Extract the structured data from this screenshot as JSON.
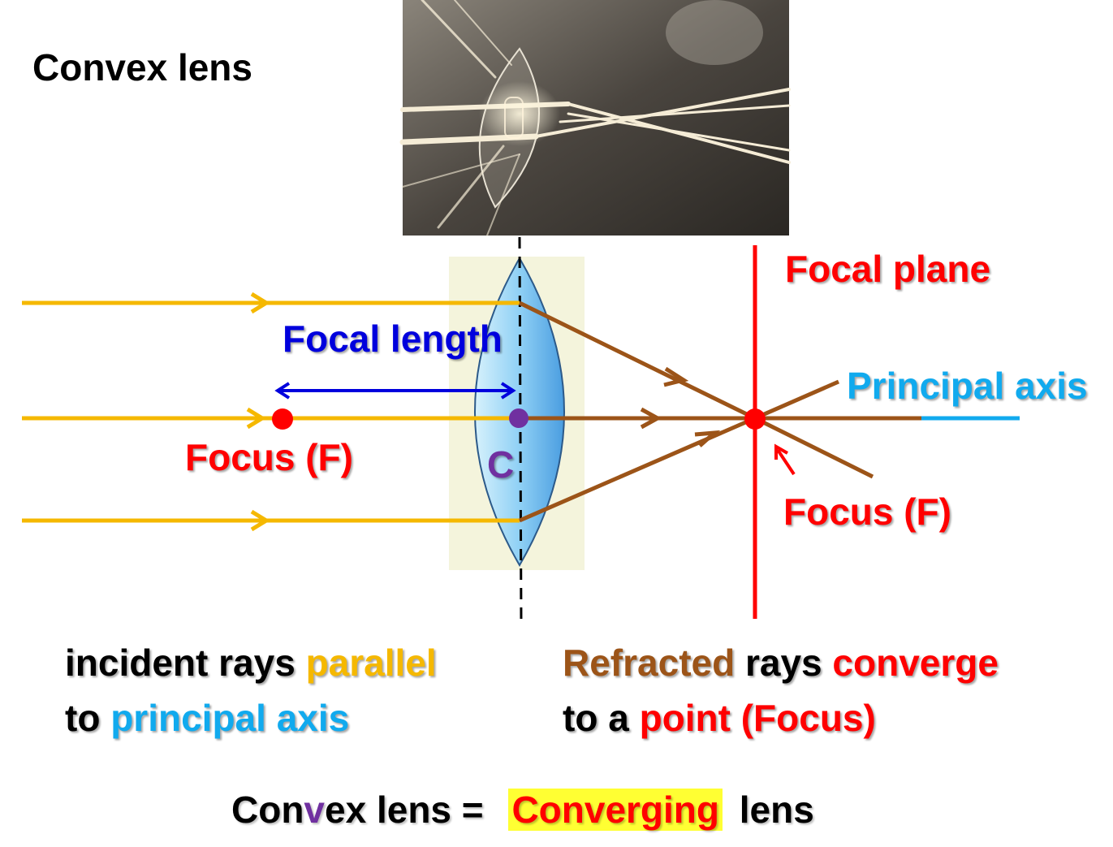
{
  "title": "Convex lens",
  "labels": {
    "focal_length": "Focal length",
    "focal_plane": "Focal plane",
    "principal_axis": "Principal axis",
    "focus_left": "Focus (F)",
    "focus_right": "Focus (F)",
    "center": "C"
  },
  "caption_left": {
    "line1_a": "incident rays ",
    "line1_b": "parallel",
    "line2_a": "to ",
    "line2_b": "principal axis"
  },
  "caption_right": {
    "line1_a": "Refracted",
    "line1_b": " rays ",
    "line1_c": "converge",
    "line2_a": "to a ",
    "line2_b": "point (Focus)"
  },
  "summary": {
    "part1": "Con",
    "part2": "v",
    "part3": "ex lens = ",
    "part4": "Converging",
    "part5": " lens"
  },
  "colors": {
    "incident_ray": "#f5b800",
    "refracted_ray": "#9c5418",
    "focus": "#ff0000",
    "focal_length": "#0000dd",
    "principal_axis": "#11aaee",
    "center": "#7030a0",
    "lens_fill": "#8fd0f5",
    "lens_backdrop": "#f4f4dc",
    "highlight": "#ffff33"
  }
}
